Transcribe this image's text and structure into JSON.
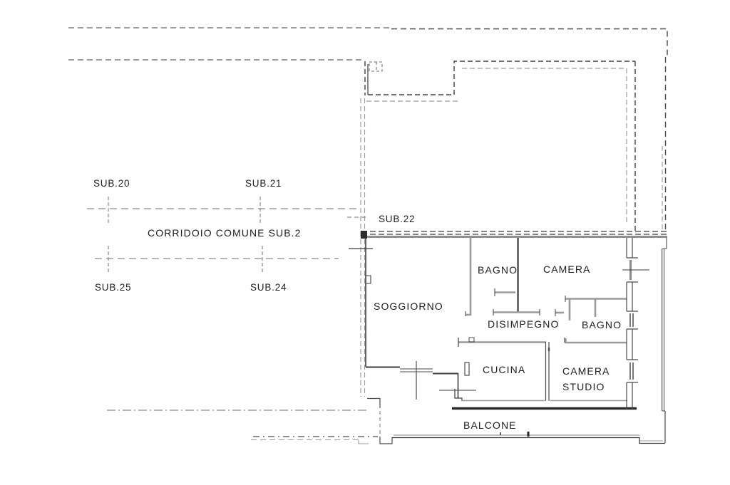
{
  "document": {
    "type": "cadastral floor plan",
    "language": "it"
  },
  "colors": {
    "background": "#ffffff",
    "line_dark": "#3d3d3d",
    "line_gray": "#8c8c8c",
    "wall_gray": "#9a9a9a",
    "black": "#232323",
    "text": "#1d1d1d"
  },
  "corridor": {
    "label": "CORRIDOIO COMUNE SUB.2"
  },
  "sub_units": [
    {
      "id": "sub20",
      "label": "SUB.20"
    },
    {
      "id": "sub21",
      "label": "SUB.21"
    },
    {
      "id": "sub22",
      "label": "SUB.22"
    },
    {
      "id": "sub24",
      "label": "SUB.24"
    },
    {
      "id": "sub25",
      "label": "SUB.25"
    }
  ],
  "rooms": [
    {
      "id": "soggiorno",
      "label": "SOGGIORNO"
    },
    {
      "id": "bagno-1",
      "label": "BAGNO"
    },
    {
      "id": "camera",
      "label": "CAMERA"
    },
    {
      "id": "disimpegno",
      "label": "DISIMPEGNO"
    },
    {
      "id": "bagno-2",
      "label": "BAGNO"
    },
    {
      "id": "cucina",
      "label": "CUCINA"
    },
    {
      "id": "camera-studio",
      "line1": "CAMERA",
      "line2": "STUDIO"
    },
    {
      "id": "balcone",
      "label": "BALCONE"
    }
  ]
}
